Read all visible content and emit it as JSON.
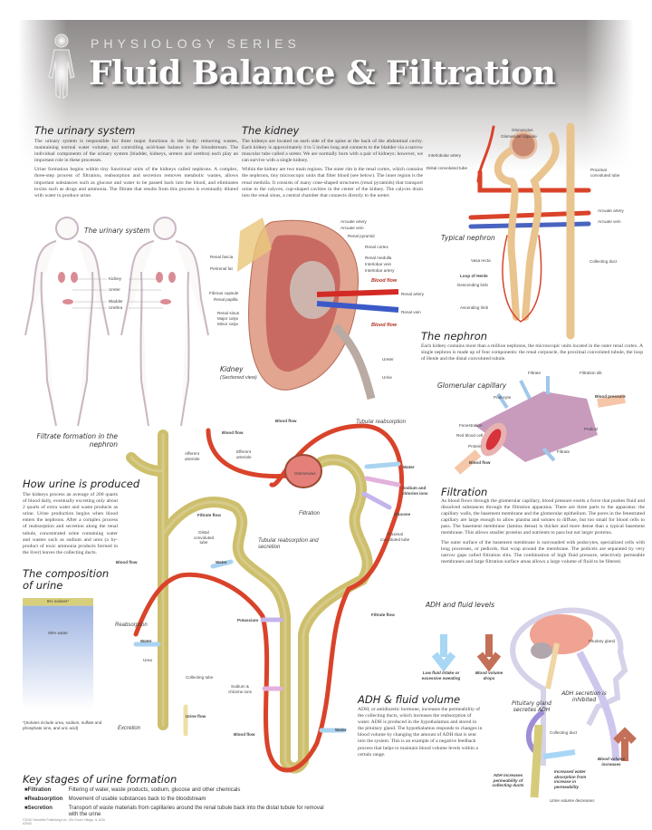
{
  "header": {
    "series": "PHYSIOLOGY SERIES",
    "title": "Fluid Balance & Filtration"
  },
  "urinary": {
    "title": "The urinary system",
    "p1": "The urinary system is responsible for three major functions in the body: removing wastes, maintaining normal water volume, and controlling acid-base balance in the bloodstream. The individual components of the urinary system (bladder, kidneys, ureters and urethra) each play an important role in these processes.",
    "p2": "Urine formation begins within tiny functional units of the kidneys called nephrons. A complex, three-step process of filtration, reabsorption and secretion removes metabolic wastes, allows important substances such as glucose and water to be passed back into the blood, and eliminates toxins such as drugs and ammonia. The filtrate that results from this process is eventually diluted with water to produce urine.",
    "figure_caption": "The urinary system",
    "labels": [
      "Kidney",
      "Ureter",
      "Bladder",
      "Urethra"
    ]
  },
  "kidney": {
    "title": "The kidney",
    "p1": "The kidneys are located on each side of the spine at the back of the abdominal cavity. Each kidney is approximately 4 to 5 inches long and connects to the bladder via a narrow muscular tube called a ureter. We are normally born with a pair of kidneys; however, we can survive with a single kidney.",
    "p2": "Within the kidney are two main regions. The outer rim is the renal cortex, which contains the nephrons, tiny microscopic units that filter blood (see below). The inner region is the renal medulla. It consists of many cone-shaped structures (renal pyramids) that transport urine to the calyces, cup-shaped cavities in the center of the kidney. The calyces drain into the renal sinus, a central chamber that connects directly to the ureter.",
    "caption": "Kidney",
    "caption_sub": "(Sectioned view)",
    "labels": [
      "Renal fascia",
      "Perirenal fat",
      "Fibrous capsule",
      "Renal papilla",
      "Renal sinus",
      "Major calyx",
      "Minor calyx",
      "Arcuate artery",
      "Arcuate vein",
      "Renal pyramid",
      "Renal cortex",
      "Renal medulla",
      "Interlobar vein",
      "Interlobar artery",
      "Blood flow",
      "Renal artery",
      "Renal vein",
      "Blood flow",
      "Ureter",
      "Urine"
    ]
  },
  "nephron": {
    "title": "The nephron",
    "p": "Each kidney contains more than a million nephrons, the microscopic units located in the outer renal cortex. A single nephron is made up of four components: the renal corpuscle, the proximal convoluted tubule, the loop of Henle and the distal convoluted tubule.",
    "caption": "Typical nephron",
    "labels": [
      "Glomerulus",
      "Glomerular capsule",
      "Interlobular artery",
      "Distal convoluted tube",
      "Proximal convoluted tube",
      "Arcuate artery",
      "Arcuate vein",
      "Vasa recta",
      "Loop of Henle",
      "Descending limb",
      "Ascending limb",
      "Collecting duct"
    ]
  },
  "capillary": {
    "title": "Glomerular capillary",
    "labels": [
      "Filtrate",
      "Filtration slit",
      "Podocyte",
      "Blood pressure",
      "Fenestration",
      "Red blood cell",
      "Protein",
      "Pedicel",
      "Filtrate",
      "Blood flow"
    ]
  },
  "filtrate": {
    "title": "Filtrate formation in the nephron",
    "labels": [
      "Blood flow",
      "Blood flow",
      "Tubular reabsorption",
      "Afferent arteriole",
      "Efferent arteriole",
      "Glomerulus",
      "Water",
      "Sodium and chlorine ions",
      "Glucose",
      "Filtration",
      "Filtrate flow",
      "Distal convoluted tube",
      "Tubular reabsorption and secretion",
      "Proximal convoluted tube",
      "Blood flow",
      "Water",
      "Potassium",
      "Filtrate flow",
      "Reabsorption",
      "Water",
      "Urea",
      "Collecting tube",
      "Sodium & chlorine ions",
      "Urine flow",
      "Excretion",
      "Blood flow",
      "Water"
    ]
  },
  "how_urine": {
    "title": "How urine is produced",
    "p": "The kidneys process an average of 200 quarts of blood daily, eventually excreting only about 2 quarts of extra water and waste products as urine. Urine production begins when blood enters the nephrons. After a complex process of reabsorption and secretion along the renal tubule, concentrated urine containing water and wastes such as sodium and urea (a by-product of toxic ammonia products formed in the liver) leaves the collecting ducts."
  },
  "composition": {
    "title": "The composition of urine",
    "solutes_label": "5% solutes*",
    "water_label": "95% water",
    "solutes_pct": 5,
    "water_pct": 95,
    "note": "*(Solutes include urea, sodium, sulfate and phosphate ions, and uric acid)",
    "colors": {
      "solutes": "#d8cf7c",
      "water": "#a9bde4"
    }
  },
  "filtration": {
    "title": "Filtration",
    "p1": "As blood flows through the glomerular capillary, blood pressure exerts a force that pushes fluid and dissolved substances through the filtration apparatus. There are three parts to the apparatus: the capillary walls, the basement membrane and the glomerular epithelium. The pores in the fenestrated capillary are large enough to allow plasma and solutes to diffuse, but too small for blood cells to pass. The basement membrane (lamina densa) is thicker and more dense than a typical basement membrane. This allows smaller proteins and nutrients to pass but not larger proteins.",
    "p2": "The outer surface of the basement membrane is surrounded with podocytes, specialized cells with long processes, or pedicels, that wrap around the membrane. The pedicels are separated by very narrow gaps called filtration slits. The combination of high fluid pressure, selectively permeable membranes and large filtration surface areas allows a large volume of fluid to be filtered."
  },
  "adh_levels": {
    "title": "ADH and fluid levels",
    "labels": [
      "Pituitary gland",
      "Low fluid intake or excessive sweating",
      "Blood volume drops",
      "ADH secretion is inhibited",
      "Pituitary gland secretes ADH",
      "Collecting duct",
      "Blood volume increases",
      "ADH increases permeability of collecting ducts",
      "Increased water absorption from increase in permeability",
      "Urine volume decreases"
    ]
  },
  "adh_volume": {
    "title": "ADH & fluid volume",
    "p": "ADH, or antidiuretic hormone, increases the permeability of the collecting ducts, which increases the reabsorption of water. ADH is produced in the hypothalamus and stored in the pituitary gland. The hypothalamus responds to changes in blood volume by changing the amount of ADH that is sent into the system. This is an example of a negative feedback process that helps to maintain blood volume levels within a certain range."
  },
  "key_stages": {
    "title": "Key stages of urine formation",
    "items": [
      {
        "term": "Filtration",
        "desc": "Filtering of water, waste products, sodium, glucose and other chemicals"
      },
      {
        "term": "Reabsorption",
        "desc": "Movement of usable substances back to the bloodstream"
      },
      {
        "term": "Secretion",
        "desc": "Transport of waste materials from capillaries around the renal tubule back into the distal tubule for removal with the urine"
      }
    ]
  },
  "footer": {
    "copyright": "©2010 Scientific Publishing Ltd., Elk Grove Village, IL USA",
    "code": "#2040"
  },
  "colors": {
    "artery": "#d9432a",
    "vein": "#4a63c0",
    "tubule": "#e9c48e",
    "filtrate_tube": "#cdbf6c",
    "header": "#8d8a89"
  }
}
